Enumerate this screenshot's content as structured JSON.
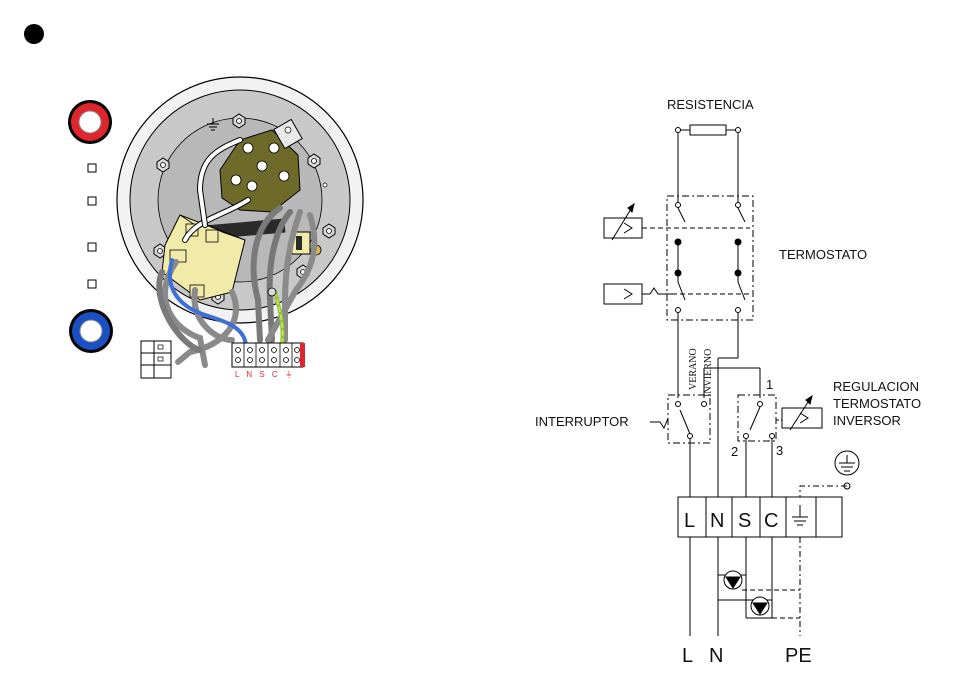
{
  "labels": {
    "resistencia": "RESISTENCIA",
    "termostato": "TERMOSTATO",
    "interruptor": "INTERRUPTOR",
    "verano": "VERANO",
    "invierno": "INVIERNO",
    "regulacion_1": "REGULACION",
    "regulacion_2": "TERMOSTATO",
    "regulacion_3": "INVERSOR",
    "contact_1": "1",
    "contact_2": "2",
    "contact_3": "3"
  },
  "terminals": {
    "L": "L",
    "N": "N",
    "S": "S",
    "C": "C"
  },
  "bottom": {
    "L": "L",
    "N": "N",
    "PE": "PE"
  },
  "small_terminal_marks": "L N S C ⏚",
  "colors": {
    "red_ring": "#e0262c",
    "blue_ring": "#1b4fc4",
    "board": "#6d6a2a",
    "relay": "#f2eaa8",
    "blue_wire": "#3e6fd6",
    "green_wire": "#8cc63f",
    "grey_wire": "#8a8a8a"
  }
}
